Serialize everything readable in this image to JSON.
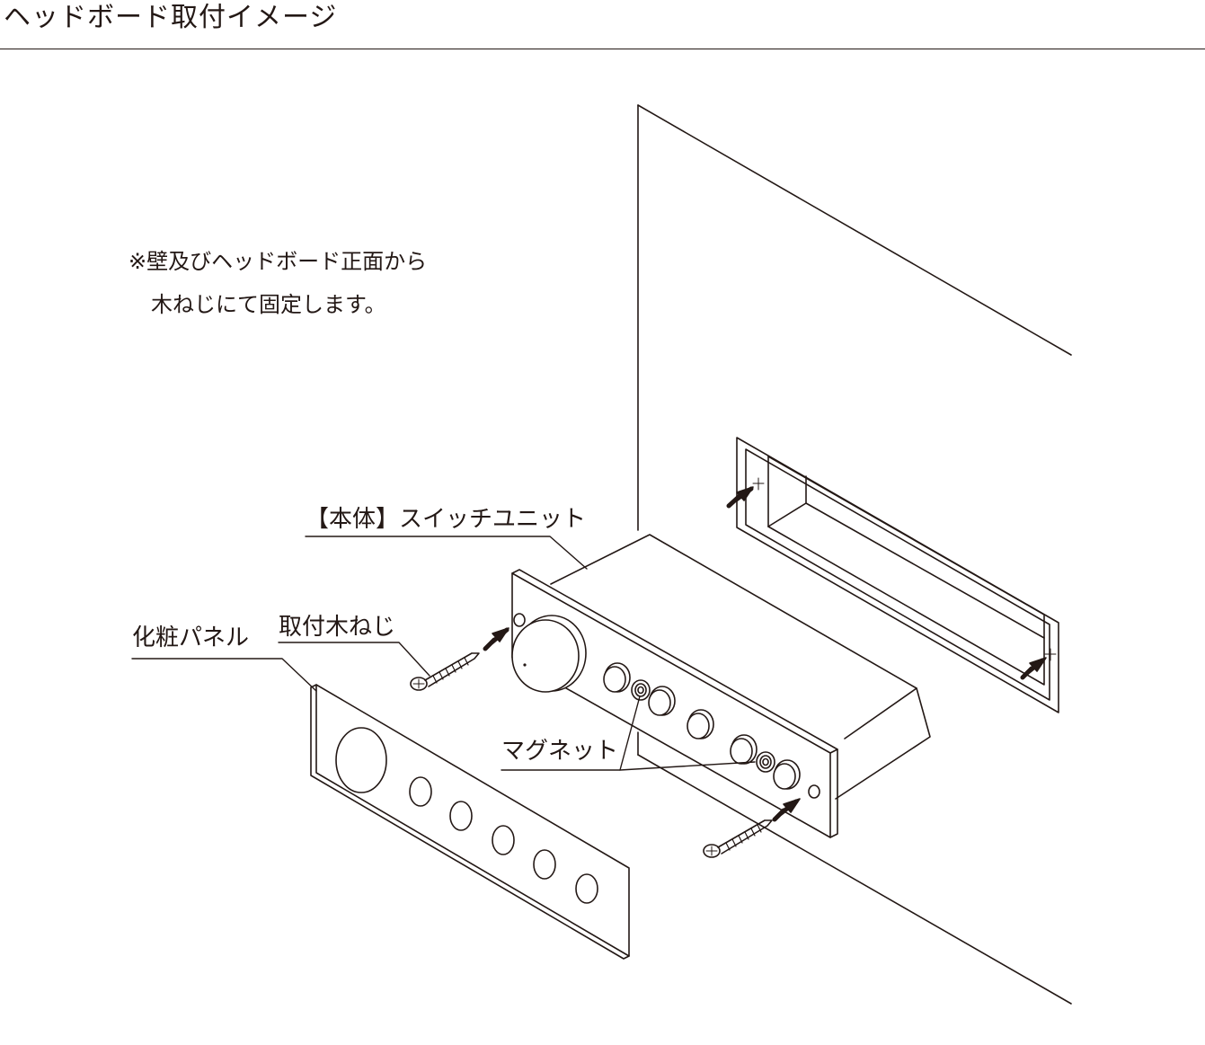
{
  "title": "ヘッドボード取付イメージ",
  "note": {
    "line1": "※壁及びヘッドボード正面から",
    "line2": "木ねじにて固定します。"
  },
  "labels": {
    "main_unit": "【本体】スイッチユニット",
    "screw": "取付木ねじ",
    "panel": "化粧パネル",
    "magnet": "マグネット"
  },
  "colors": {
    "ink": "#231815",
    "background": "#ffffff"
  }
}
